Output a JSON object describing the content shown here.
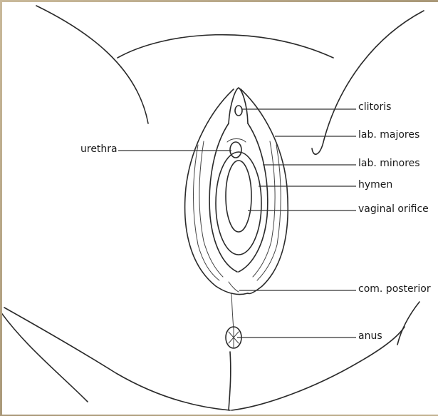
{
  "labels": {
    "clitoris": "clitoris",
    "urethra": "urethra",
    "lab_majores": "lab. majores",
    "lab_minores": "lab. minores",
    "hymen": "hymen",
    "vaginal_orifice": "vaginal orifice",
    "com_posterior": "com. posterior",
    "anus": "anus"
  },
  "colors": {
    "background_frame": "#b8a88a",
    "panel": "#ffffff",
    "ink": "#2a2a2a"
  }
}
